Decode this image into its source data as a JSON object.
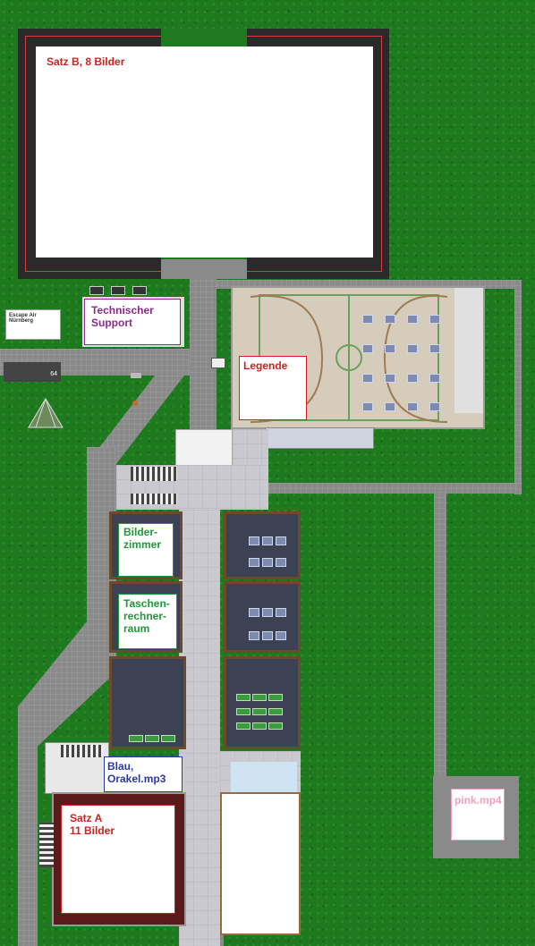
{
  "map": {
    "areas": {
      "satz_b": {
        "label": "Satz B, 8 Bilder",
        "color": "#d42020"
      },
      "tech_support": {
        "label": "Technischer\nSupport",
        "color": "#8e2a8e"
      },
      "legende": {
        "label": "Legende",
        "color": "#d42020"
      },
      "bilderzimmer": {
        "label": "Bilder-\nzimmer",
        "color": "#1f9a3a"
      },
      "taschenrechnerraum": {
        "label": "Taschen-\nrechner-\nraum",
        "color": "#1f9a3a"
      },
      "blau": {
        "label": "Blau,\nOrakel.mp3",
        "color": "#2a3aa8"
      },
      "satz_a": {
        "label": "Satz A\n11 Bilder",
        "color": "#d42020"
      },
      "pink": {
        "label": "pink.mp4",
        "color": "#f2a0c0"
      }
    },
    "signs": {
      "logo_sign": "Escape Air\nNürnberg",
      "road_sign": "64"
    },
    "colors": {
      "grass": "#1f7a1f",
      "path": "#8a8a8a",
      "court_border": "#2a2a2a"
    }
  }
}
